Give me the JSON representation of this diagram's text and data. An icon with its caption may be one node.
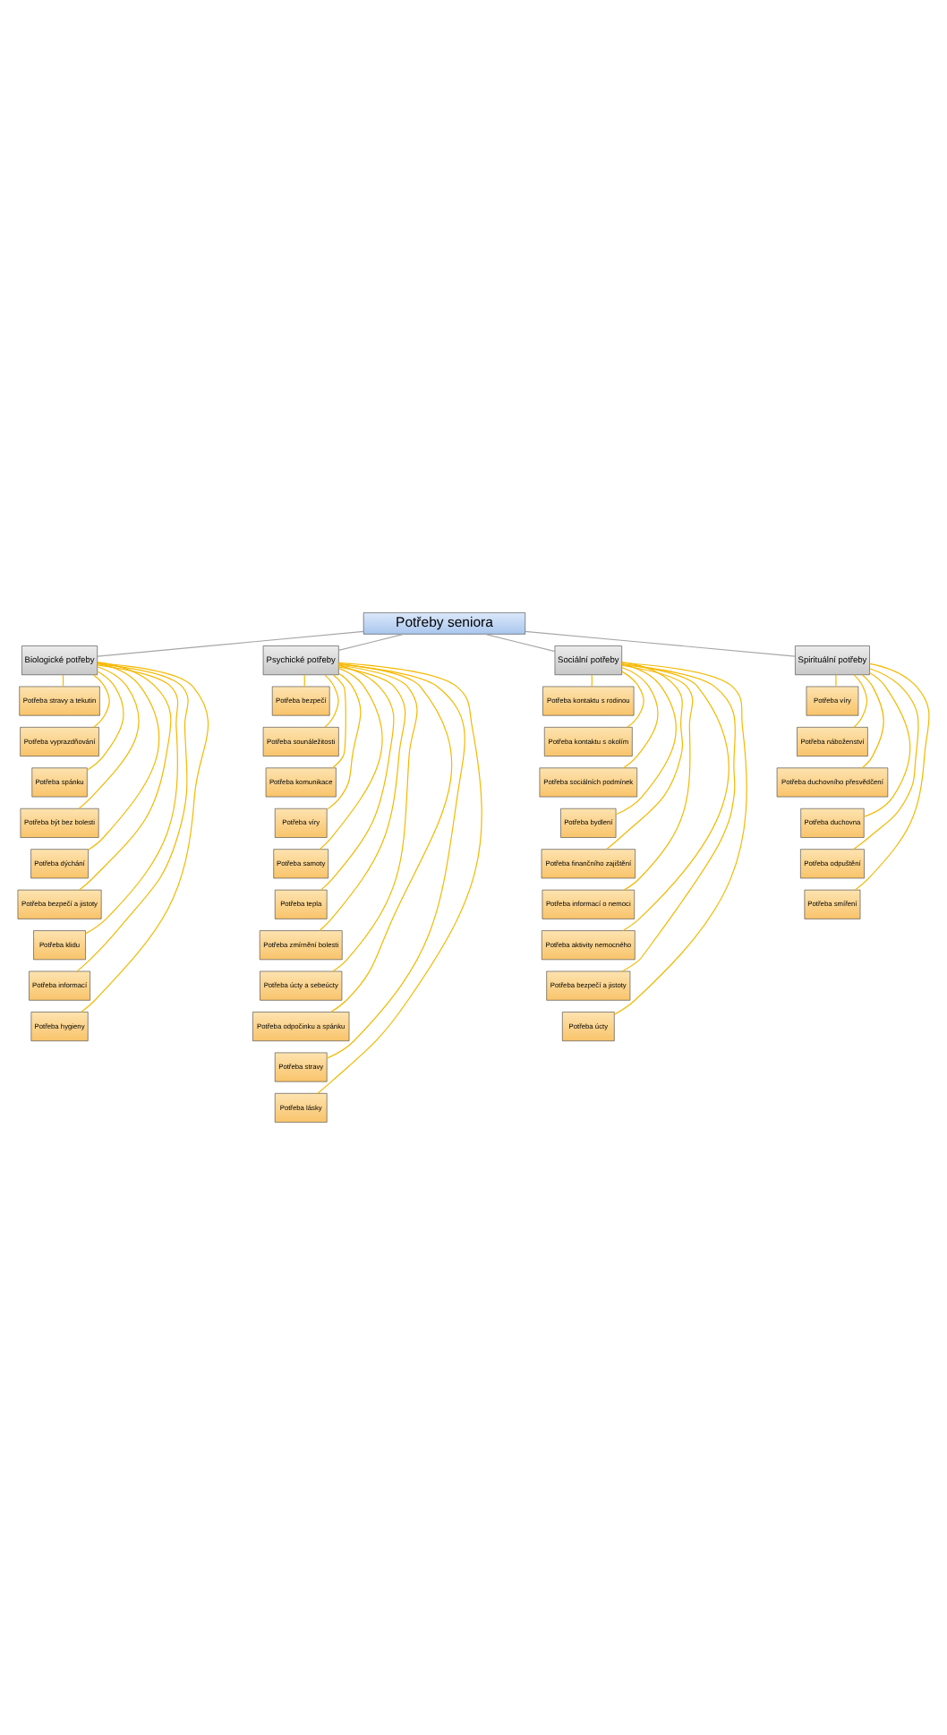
{
  "diagram": {
    "nodes": [
      {
        "text": [
          "Potřeby seniora"
        ]
      },
      {
        "text": [
          "Biologické potřeby"
        ]
      },
      {
        "text": [
          "Psychické potřeby"
        ]
      },
      {
        "text": [
          "Sociální potřeby"
        ]
      },
      {
        "text": [
          "Spirituální potřeby"
        ]
      },
      {
        "text": [
          "Potřeba stravy a tekutin"
        ]
      },
      {
        "text": [
          "Potřeba vyprazdňování"
        ]
      },
      {
        "text": [
          "Potřeba spánku"
        ]
      },
      {
        "text": [
          "Potřeba být bez bolesti"
        ]
      },
      {
        "text": [
          "Potřeba dýchání"
        ]
      },
      {
        "text": [
          "Potřeba bezpečí a jistoty"
        ]
      },
      {
        "text": [
          "Potřeba klidu"
        ]
      },
      {
        "text": [
          "Potřeba informací"
        ]
      },
      {
        "text": [
          "Potřeba hygieny"
        ]
      },
      {
        "text": [
          "Potřeba bezpečí"
        ]
      },
      {
        "text": [
          "Potřeba sounáležitosti"
        ]
      },
      {
        "text": [
          "Potřeba komunikace"
        ]
      },
      {
        "text": [
          "Potřeba víry"
        ]
      },
      {
        "text": [
          "Potřeba samoty"
        ]
      },
      {
        "text": [
          "Potřeba tepla"
        ]
      },
      {
        "text": [
          "Potřeba zmírnění bolesti"
        ]
      },
      {
        "text": [
          "Potřeba úcty a sebeúcty"
        ]
      },
      {
        "text": [
          "Potřeba odpočinku a spánku"
        ]
      },
      {
        "text": [
          "Potřeba stravy"
        ]
      },
      {
        "text": [
          "Potřeba lásky"
        ]
      },
      {
        "text": [
          "Potřeba kontaktu s rodinou"
        ]
      },
      {
        "text": [
          "Potřeba kontaktu s okolím"
        ]
      },
      {
        "text": [
          "Potřeba sociálních podmínek"
        ]
      },
      {
        "text": [
          "Potřeba bydlení"
        ]
      },
      {
        "text": [
          "Potřeba finančního zajištění"
        ]
      },
      {
        "text": [
          "Potřeba informací o nemoci"
        ]
      },
      {
        "text": [
          "Potřeba aktivity nemocného"
        ]
      },
      {
        "text": [
          "Potřeba bezpečí a jistoty"
        ]
      },
      {
        "text": [
          "Potřeba úcty"
        ]
      },
      {
        "text": [
          "Potřeba víry"
        ]
      },
      {
        "text": [
          "Potřeba náboženství"
        ]
      },
      {
        "text": [
          "Potřeba duchovního přesvědčení"
        ]
      },
      {
        "text": [
          "Potřeba duchovna"
        ]
      },
      {
        "text": [
          "Potřeba odpuštění"
        ]
      },
      {
        "text": [
          "Potřeba smíření"
        ]
      }
    ],
    "edges": [
      {
        "from": 0,
        "to": 1,
        "arrow": "none",
        "color": "#a6a6a6"
      },
      {
        "from": 0,
        "to": 2,
        "arrow": "none",
        "color": "#a6a6a6"
      },
      {
        "from": 0,
        "to": 3,
        "arrow": "none",
        "color": "#a6a6a6"
      },
      {
        "from": 0,
        "to": 4,
        "arrow": "none",
        "color": "#a6a6a6"
      },
      {
        "from": 1,
        "to": 5,
        "arrow": "none"
      },
      {
        "from": 1,
        "to": 6,
        "arrow": "none"
      },
      {
        "from": 1,
        "to": 7,
        "arrow": "none"
      },
      {
        "from": 1,
        "to": 8,
        "arrow": "none"
      },
      {
        "from": 1,
        "to": 9,
        "arrow": "none"
      },
      {
        "from": 1,
        "to": 10,
        "arrow": "none"
      },
      {
        "from": 1,
        "to": 11,
        "arrow": "none"
      },
      {
        "from": 1,
        "to": 12,
        "arrow": "none"
      },
      {
        "from": 1,
        "to": 13,
        "arrow": "none"
      },
      {
        "from": 2,
        "to": 14,
        "arrow": "none"
      },
      {
        "from": 2,
        "to": 15,
        "arrow": "none"
      },
      {
        "from": 2,
        "to": 16,
        "arrow": "none"
      },
      {
        "from": 2,
        "to": 17,
        "arrow": "none"
      },
      {
        "from": 2,
        "to": 18,
        "arrow": "none"
      },
      {
        "from": 2,
        "to": 19,
        "arrow": "none"
      },
      {
        "from": 2,
        "to": 20,
        "arrow": "none"
      },
      {
        "from": 2,
        "to": 21,
        "arrow": "none"
      },
      {
        "from": 2,
        "to": 22,
        "arrow": "none"
      },
      {
        "from": 2,
        "to": 23,
        "arrow": "none"
      },
      {
        "from": 2,
        "to": 24,
        "arrow": "none"
      },
      {
        "from": 3,
        "to": 25,
        "arrow": "none"
      },
      {
        "from": 3,
        "to": 26,
        "arrow": "none"
      },
      {
        "from": 3,
        "to": 27,
        "arrow": "none"
      },
      {
        "from": 3,
        "to": 28,
        "arrow": "none"
      },
      {
        "from": 3,
        "to": 29,
        "arrow": "none"
      },
      {
        "from": 3,
        "to": 30,
        "arrow": "none"
      },
      {
        "from": 3,
        "to": 31,
        "arrow": "none"
      },
      {
        "from": 3,
        "to": 32,
        "arrow": "none"
      },
      {
        "from": 3,
        "to": 33,
        "arrow": "none"
      },
      {
        "from": 4,
        "to": 34,
        "arrow": "none"
      },
      {
        "from": 4,
        "to": 35,
        "arrow": "none"
      },
      {
        "from": 4,
        "to": 36,
        "arrow": "none"
      },
      {
        "from": 4,
        "to": 37,
        "arrow": "none"
      },
      {
        "from": 4,
        "to": 38,
        "arrow": "none"
      },
      {
        "from": 4,
        "to": 39,
        "arrow": "none"
      }
    ]
  }
}
